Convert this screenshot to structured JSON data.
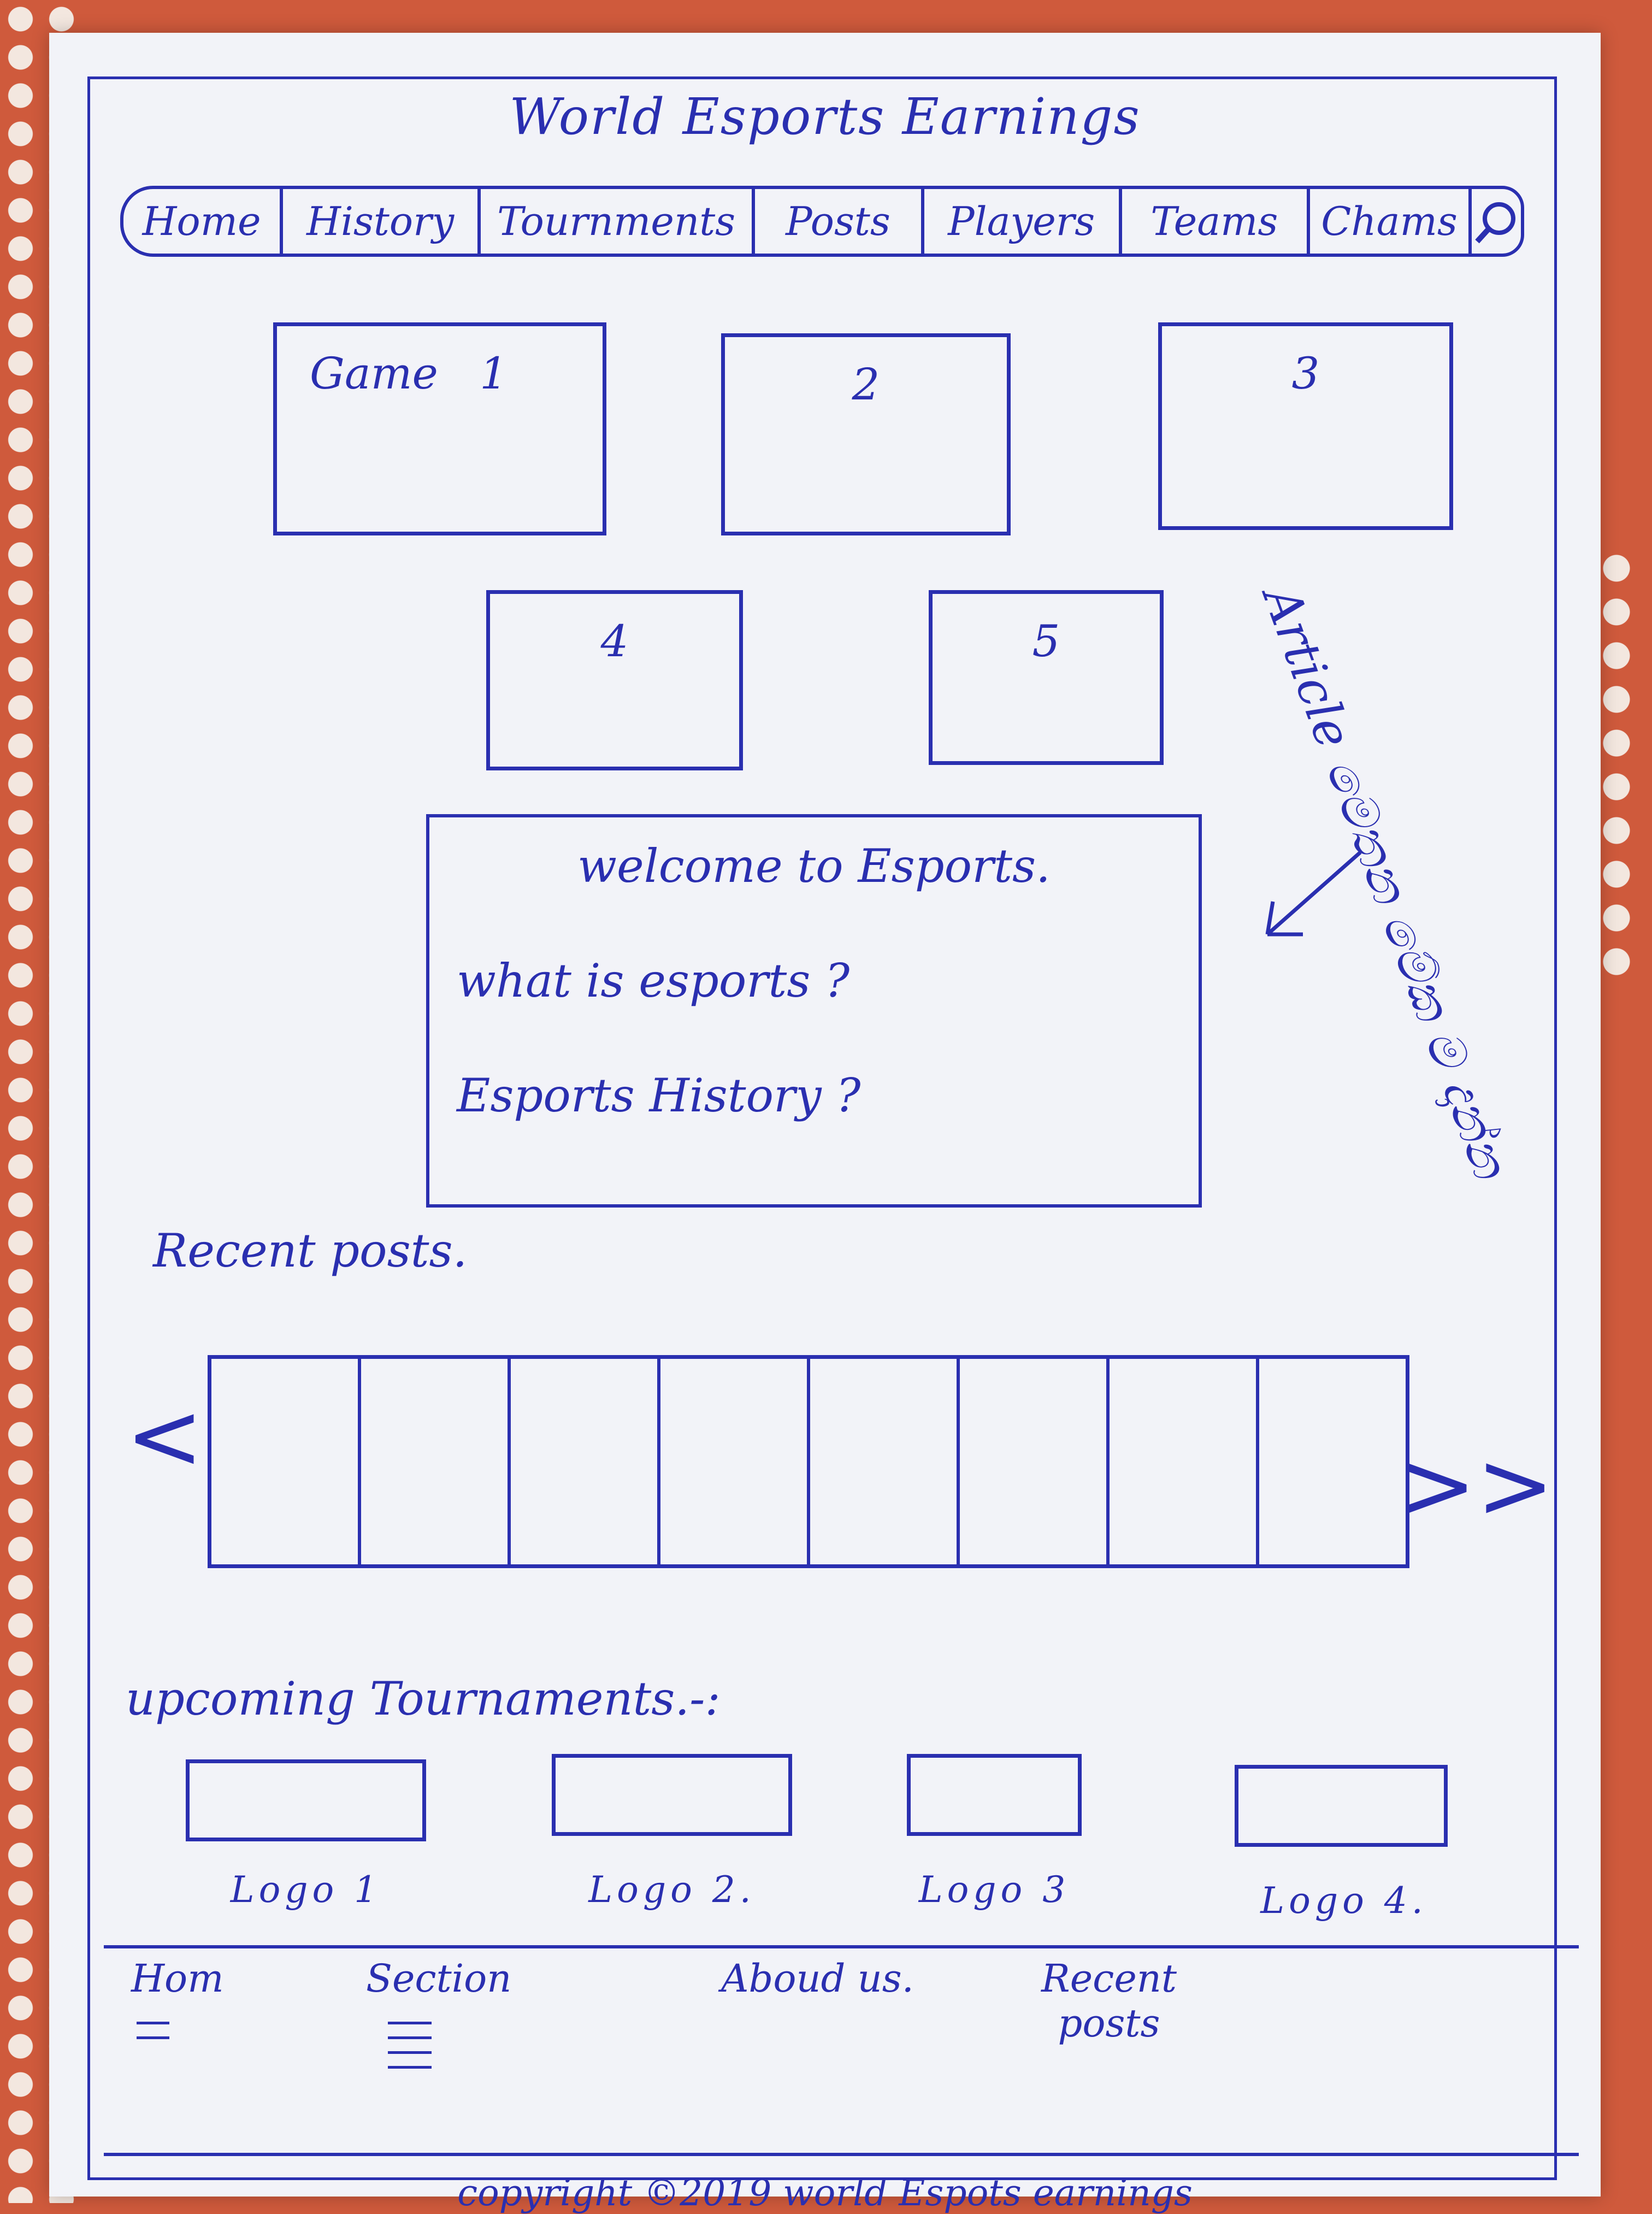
{
  "header": {
    "title": "World Esports Earnings"
  },
  "nav": {
    "items": [
      "Home",
      "History",
      "Tournments",
      "Posts",
      "Players",
      "Teams",
      "Chams"
    ],
    "search_icon": "search-icon"
  },
  "games": {
    "label_prefix": "Game",
    "items": [
      "1",
      "2",
      "3",
      "4",
      "5"
    ]
  },
  "welcome": {
    "title": "welcome to Esports.",
    "lines": [
      "what is esports ?",
      "Esports History ?"
    ]
  },
  "annotation": {
    "text": "Article මෙතන මේක ම දාන්න"
  },
  "recent_posts": {
    "title": "Recent posts."
  },
  "carousel": {
    "prev": "<",
    "next": ">>",
    "cells": 8
  },
  "upcoming": {
    "title": "upcoming Tournaments.-:",
    "logos": [
      "Logo 1",
      "Logo 2.",
      "Logo 3",
      "Logo 4."
    ]
  },
  "footer": {
    "columns": [
      "Hom",
      "Section",
      "Aboud us.",
      "Recent posts"
    ],
    "copyright": "copyright ©2019 world Espots earnings"
  },
  "colors": {
    "ink": "#2a2fb0",
    "paper": "#f2f3f8",
    "background": "#cf5a3c"
  }
}
